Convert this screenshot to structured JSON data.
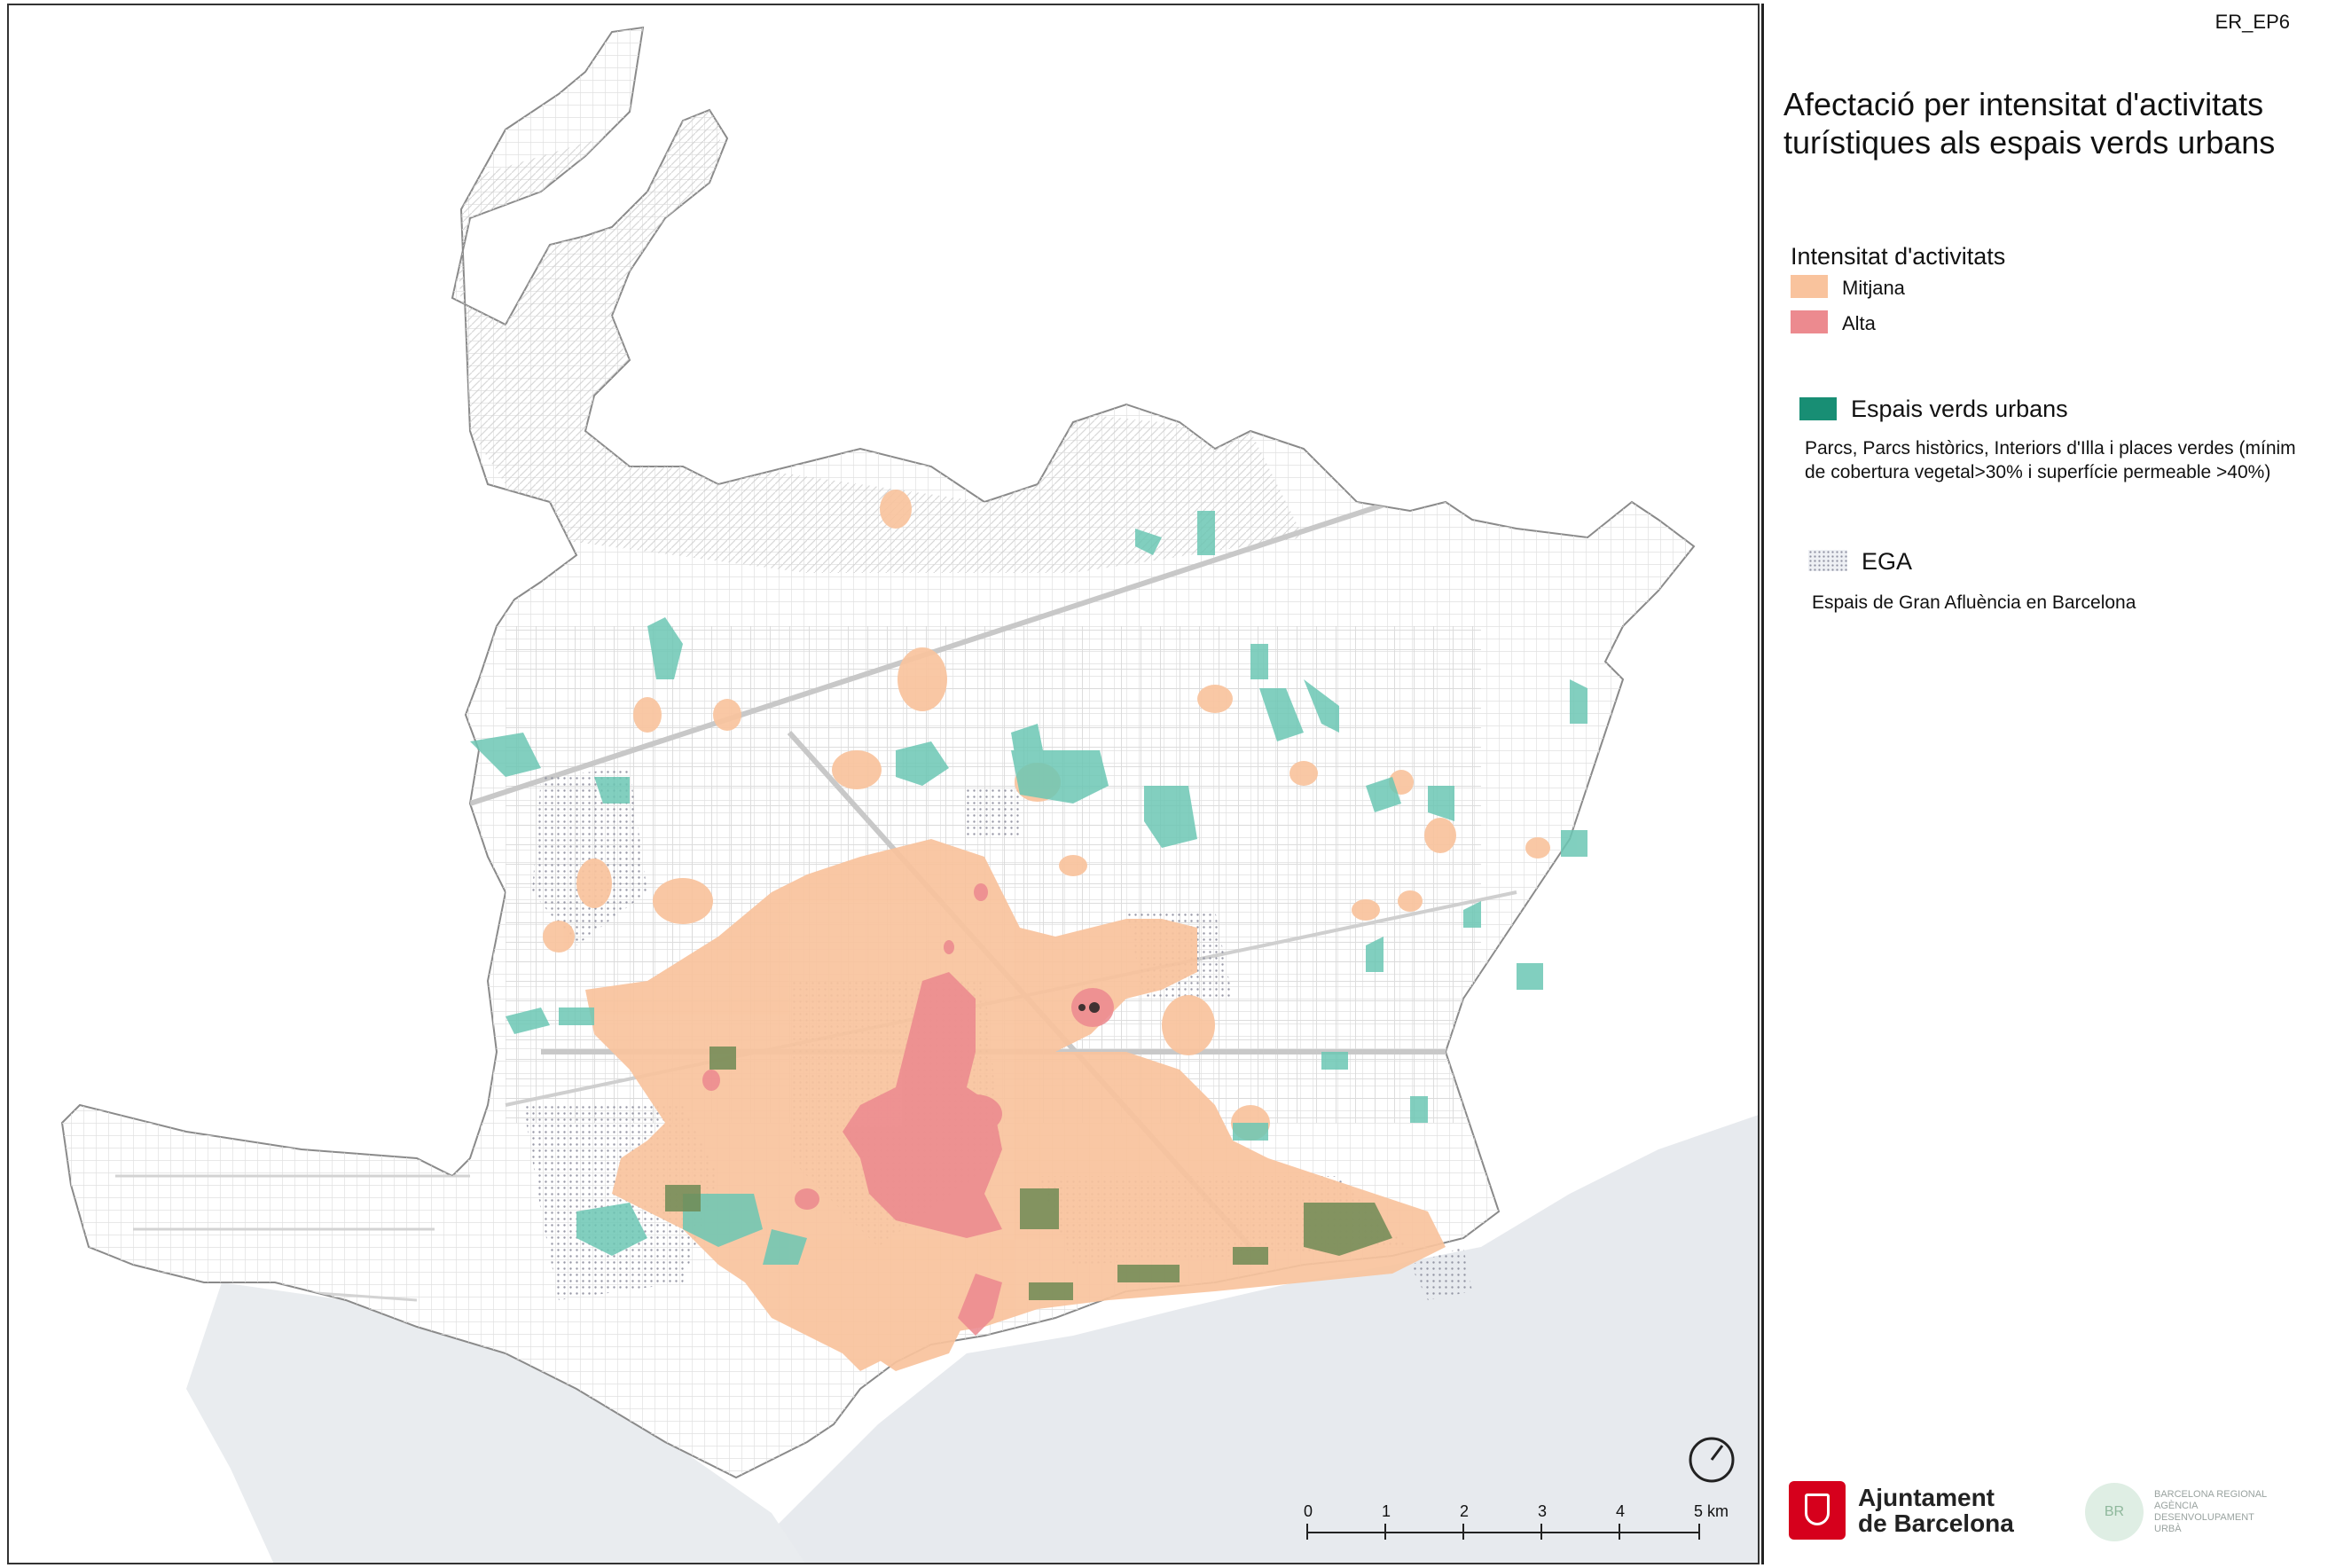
{
  "map_code": "ER_EP6",
  "title": "Afectació per intensitat d'activitats turístiques als espais verds urbans",
  "legend": {
    "intensity_heading": "Intensitat d'activitats",
    "intensity_items": [
      {
        "label": "Mitjana",
        "color": "#f9c39d"
      },
      {
        "label": "Alta",
        "color": "#ec8a8f"
      }
    ],
    "green_heading": "Espais verds urbans",
    "green_color": "#188e74",
    "green_desc": "Parcs, Parcs històrics, Interiors d'Illa i places verdes (mínim de cobertura vegetal>30% i superfície permeable >40%)",
    "ega_heading": "EGA",
    "ega_desc": "Espais de Gran Afluència en Barcelona"
  },
  "scale_bar": {
    "ticks": [
      "0",
      "1",
      "2",
      "3",
      "4",
      "5 km"
    ]
  },
  "logos": {
    "ajuntament": {
      "line1": "Ajuntament",
      "line2": "de Barcelona"
    },
    "barcelona_regional": {
      "badge": "BR",
      "line1": "BARCELONA REGIONAL",
      "line2": "AGÈNCIA DESENVOLUPAMENT URBÀ"
    }
  },
  "colors": {
    "sea": "#e7eaee",
    "land": "#ffffff",
    "streets": "#d6d6d6",
    "outline": "#8a8a8a",
    "medium_intensity": "#f9c39d",
    "high_intensity": "#ec8a8f",
    "green_space": "#6cc7b4"
  }
}
